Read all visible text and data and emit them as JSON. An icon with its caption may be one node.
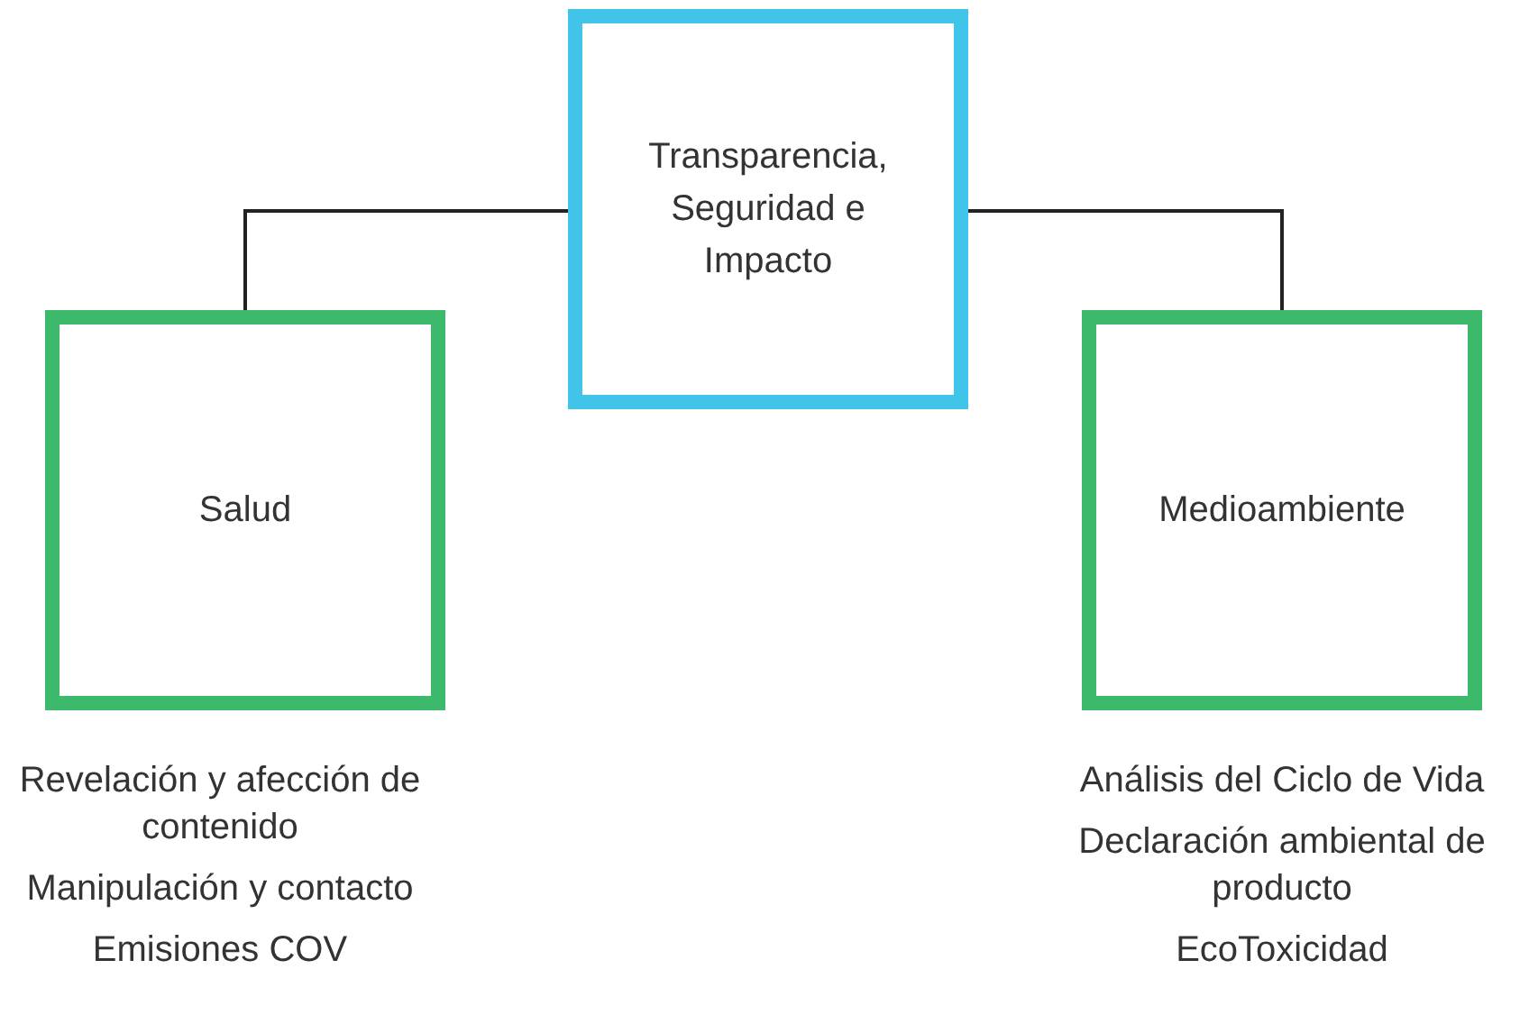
{
  "diagram": {
    "nodes": [
      {
        "text": [
          "Transparencia, Seguridad e Impacto"
        ]
      },
      {
        "text": [
          "Salud"
        ],
        "beside": [
          "Revelación y afección de contenido",
          "Manipulación y contacto",
          "Emisiones COV"
        ]
      },
      {
        "text": [
          "Medioambiente"
        ],
        "beside": [
          "Análisis del Ciclo de Vida",
          "Declaración ambiental de producto",
          "EcoToxicidad"
        ]
      }
    ],
    "edges": [
      {
        "from": 0,
        "to": 1,
        "arrow": "none"
      },
      {
        "from": 0,
        "to": 2,
        "arrow": "none"
      }
    ]
  }
}
